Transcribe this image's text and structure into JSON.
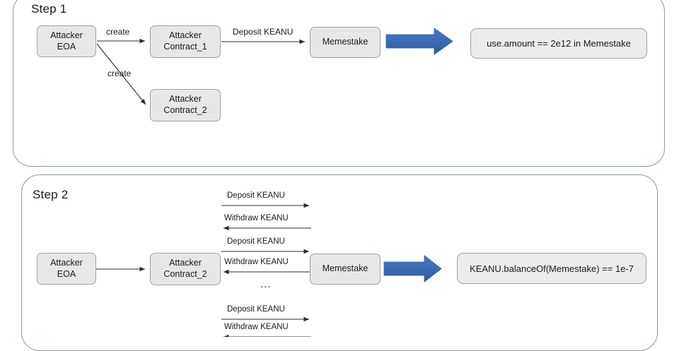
{
  "diagram": {
    "title_step1": "Step 1",
    "title_step2": "Step 2"
  },
  "step1": {
    "nodes": {
      "attacker_eoa": {
        "line1": "Attacker",
        "line2": "EOA"
      },
      "attacker_contract_1": {
        "line1": "Attacker",
        "line2": "Contract_1"
      },
      "attacker_contract_2": {
        "line1": "Attacker",
        "line2": "Contract_2"
      },
      "memestake": {
        "line1": "Memestake"
      }
    },
    "edges": {
      "create_1": "create",
      "create_2": "create",
      "deposit": "Deposit KEANU"
    },
    "result": "use.amount == 2e12 in Memestake"
  },
  "step2": {
    "nodes": {
      "attacker_eoa": {
        "line1": "Attacker",
        "line2": "EOA"
      },
      "attacker_contract_2": {
        "line1": "Attacker",
        "line2": "Contract_2"
      },
      "memestake": {
        "line1": "Memestake"
      }
    },
    "edges": {
      "deposit_1": "Deposit KEANU",
      "withdraw_1": "Withdraw KEANU",
      "deposit_2": "Deposit KEANU",
      "withdraw_2": "Withdraw KEANU",
      "ellipsis": "...",
      "deposit_3": "Deposit KEANU",
      "withdraw_3": "Withdraw KEANU"
    },
    "result": "KEANU.balanceOf(Memestake) == 1e-7"
  },
  "colors": {
    "panel_border": "#8b99a8",
    "node_fill": "#e7e7e7",
    "node_border": "#9aa3ad",
    "arrow_blue": "#3b6bb5",
    "connector": "#2b2b2b",
    "text": "#1a1a1a"
  }
}
